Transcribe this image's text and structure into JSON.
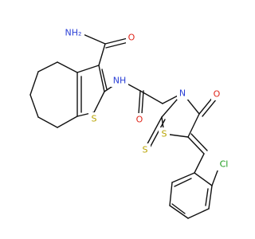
{
  "molecule": {
    "atom_labels": {
      "nh2": "NH₂",
      "amide_o": "O",
      "thiophene_s": "S",
      "nh": "NH",
      "acyl_o": "O",
      "ring_n": "N",
      "ring_o": "O",
      "thione_s": "S",
      "ring_s": "S",
      "cl": "Cl"
    },
    "colors": {
      "bond": "#111111",
      "nitrogen": "#2a3fd6",
      "oxygen": "#e0261b",
      "sulfur": "#b8a300",
      "chlorine": "#1a9a1a"
    }
  }
}
